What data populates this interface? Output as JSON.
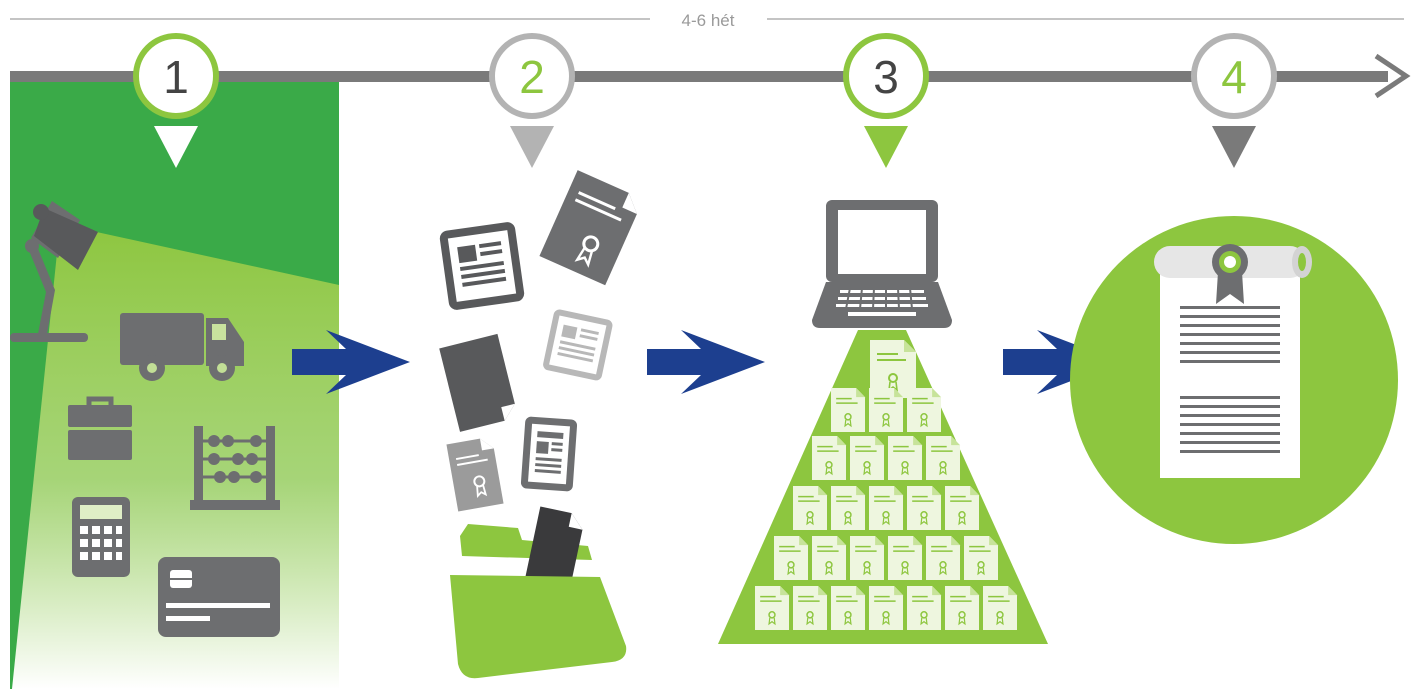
{
  "duration_label": "4-6 hét",
  "steps": [
    {
      "number": "1",
      "number_color": "#444444",
      "ring_color": "#8dc63f"
    },
    {
      "number": "2",
      "number_color": "#8dc63f",
      "ring_color": "#b3b3b3"
    },
    {
      "number": "3",
      "number_color": "#444444",
      "ring_color": "#8dc63f"
    },
    {
      "number": "4",
      "number_color": "#8dc63f",
      "ring_color": "#b3b3b3"
    }
  ],
  "colors": {
    "brand_green": "#3aaa48",
    "light_green": "#8dc63f",
    "icon_gray": "#6d6e70",
    "light_gray": "#9b9b9b",
    "timeline_gray": "#7a7a7a",
    "flow_arrow_blue": "#1d3f8f"
  },
  "icons": [
    "desk-lamp-icon",
    "delivery-truck-icon",
    "briefcase-icon",
    "abacus-icon",
    "calculator-icon",
    "credit-card-icon",
    "document-icon",
    "certificate-icon",
    "folder-icon",
    "laptop-icon",
    "diploma-scroll-icon"
  ]
}
